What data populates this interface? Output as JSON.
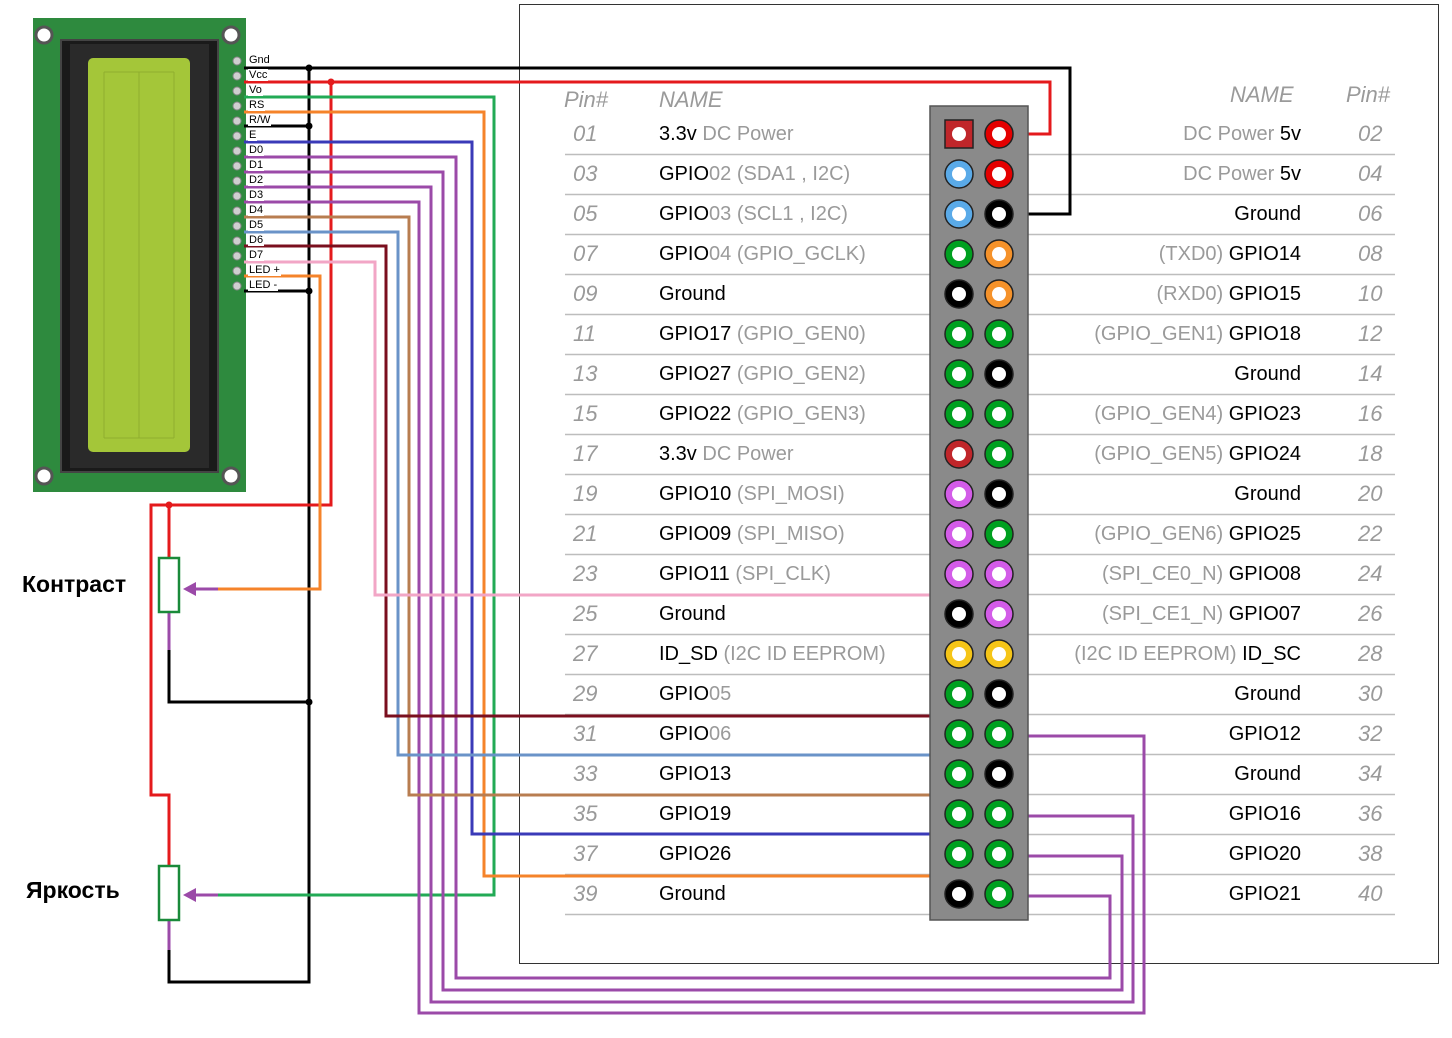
{
  "header": {
    "pin_left": "Pin#",
    "name_left": "NAME",
    "name_right": "NAME",
    "pin_right": "Pin#"
  },
  "pins": [
    {
      "ln": "01",
      "lb": "3.3v",
      "lm": " DC Power",
      "lc": "#c0262a",
      "rn": "02",
      "rm": "DC Power ",
      "rb": "5v",
      "rc": "#e40000"
    },
    {
      "ln": "03",
      "lb": "GPIO",
      "lb2": "02",
      "lm": " (SDA1 , I2C)",
      "lc": "#5aaae8",
      "rn": "04",
      "rm": "DC Power ",
      "rb": "5v",
      "rc": "#e40000"
    },
    {
      "ln": "05",
      "lb": "GPIO",
      "lb2": "03",
      "lm": " (SCL1 , I2C)",
      "lc": "#5aaae8",
      "rn": "06",
      "rm": "",
      "rb": "Ground",
      "rc": "#000000"
    },
    {
      "ln": "07",
      "lb": "GPIO",
      "lb2": "04",
      "lm": " (GPIO_GCLK)",
      "lc": "#00a020",
      "rn": "08",
      "rm": "(TXD0) ",
      "rb": "GPIO14",
      "rc": "#f5922a"
    },
    {
      "ln": "09",
      "lb": "Ground",
      "lm": "",
      "lc": "#000000",
      "rn": "10",
      "rm": "(RXD0) ",
      "rb": "GPIO15",
      "rc": "#f5922a"
    },
    {
      "ln": "11",
      "lb": "GPIO17",
      "lm": " (GPIO_GEN0)",
      "lc": "#00a020",
      "rn": "12",
      "rm": "(GPIO_GEN1) ",
      "rb": "GPIO18",
      "rc": "#00a020"
    },
    {
      "ln": "13",
      "lb": "GPIO27",
      "lm": " (GPIO_GEN2)",
      "lc": "#00a020",
      "rn": "14",
      "rm": "",
      "rb": "Ground",
      "rc": "#000000"
    },
    {
      "ln": "15",
      "lb": "GPIO22",
      "lm": " (GPIO_GEN3)",
      "lc": "#00a020",
      "rn": "16",
      "rm": "(GPIO_GEN4) ",
      "rb": "GPIO23",
      "rc": "#00a020"
    },
    {
      "ln": "17",
      "lb": "3.3v",
      "lm": " DC Power",
      "lc": "#c0262a",
      "rn": "18",
      "rm": "(GPIO_GEN5) ",
      "rb": "GPIO24",
      "rc": "#00a020"
    },
    {
      "ln": "19",
      "lb": "GPIO10",
      "lm": " (SPI_MOSI)",
      "lc": "#d35ce8",
      "rn": "20",
      "rm": "",
      "rb": "Ground",
      "rc": "#000000"
    },
    {
      "ln": "21",
      "lb": "GPIO09",
      "lm": " (SPI_MISO)",
      "lc": "#d35ce8",
      "rn": "22",
      "rm": "(GPIO_GEN6) ",
      "rb": "GPIO25",
      "rc": "#00a020"
    },
    {
      "ln": "23",
      "lb": "GPIO11",
      "lm": " (SPI_CLK)",
      "lc": "#d35ce8",
      "rn": "24",
      "rm": "(SPI_CE0_N) ",
      "rb": "GPIO08",
      "rc": "#d35ce8"
    },
    {
      "ln": "25",
      "lb": "Ground",
      "lm": "",
      "lc": "#000000",
      "rn": "26",
      "rm": "(SPI_CE1_N) ",
      "rb": "GPIO07",
      "rc": "#d35ce8"
    },
    {
      "ln": "27",
      "lb": "ID_SD",
      "lm": " (I2C ID EEPROM)",
      "lc": "#f5c518",
      "rn": "28",
      "rm": "(I2C ID EEPROM) ",
      "rb": "ID_SC",
      "rc": "#f5c518"
    },
    {
      "ln": "29",
      "lb": "GPIO",
      "lb2": "05",
      "lm": "",
      "lc": "#00a020",
      "rn": "30",
      "rm": "",
      "rb": "Ground",
      "rc": "#000000"
    },
    {
      "ln": "31",
      "lb": "GPIO",
      "lb2": "06",
      "lm": "",
      "lc": "#00a020",
      "rn": "32",
      "rm": "",
      "rb": "GPIO12",
      "rc": "#00a020"
    },
    {
      "ln": "33",
      "lb": "GPIO13",
      "lm": "",
      "lc": "#00a020",
      "rn": "34",
      "rm": "",
      "rb": "Ground",
      "rc": "#000000"
    },
    {
      "ln": "35",
      "lb": "GPIO19",
      "lm": "",
      "lc": "#00a020",
      "rn": "36",
      "rm": "",
      "rb": "GPIO16",
      "rc": "#00a020"
    },
    {
      "ln": "37",
      "lb": "GPIO26",
      "lm": "",
      "lc": "#00a020",
      "rn": "38",
      "rm": "",
      "rb": "GPIO20",
      "rc": "#00a020"
    },
    {
      "ln": "39",
      "lb": "Ground",
      "lm": "",
      "lc": "#000000",
      "rn": "40",
      "rm": "",
      "rb": "GPIO21",
      "rc": "#00a020"
    }
  ],
  "lcd_pins": [
    "Gnd",
    "Vcc",
    "Vo",
    "RS",
    "R/W",
    "E",
    "D0",
    "D1",
    "D2",
    "D3",
    "D4",
    "D5",
    "D6",
    "D7",
    "LED +",
    "LED -"
  ],
  "potentiometers": {
    "contrast": "Контраст",
    "brightness": "Яркость"
  },
  "wires": [
    {
      "lcd": "Gnd",
      "gpio_pin": "06",
      "color": "#000000"
    },
    {
      "lcd": "Vcc",
      "gpio_pin": "02",
      "color": "#e41a1c"
    },
    {
      "lcd": "Vo",
      "to": "Яркость",
      "color": "#22aa55"
    },
    {
      "lcd": "RS",
      "gpio_pin": "37",
      "color": "#f5832a"
    },
    {
      "lcd": "E",
      "gpio_pin": "35",
      "color": "#3a3ab8"
    },
    {
      "lcd": "D0",
      "gpio_pin": "40",
      "color": "#9b4aa8"
    },
    {
      "lcd": "D1",
      "gpio_pin": "38",
      "color": "#9b4aa8"
    },
    {
      "lcd": "D2",
      "gpio_pin": "36",
      "color": "#9b4aa8"
    },
    {
      "lcd": "D3",
      "gpio_pin": "32",
      "color": "#9b4aa8"
    },
    {
      "lcd": "D4",
      "gpio_pin": "33",
      "color": "#b87d50"
    },
    {
      "lcd": "D5",
      "gpio_pin": "31",
      "color": "#6a93c8"
    },
    {
      "lcd": "D6",
      "gpio_pin": "29",
      "color": "#7a0f1e"
    },
    {
      "lcd": "D7",
      "gpio_pin": "23",
      "color": "#f2a6c6"
    },
    {
      "lcd": "LED +",
      "to": "Контраст",
      "color": "#f5832a"
    }
  ]
}
